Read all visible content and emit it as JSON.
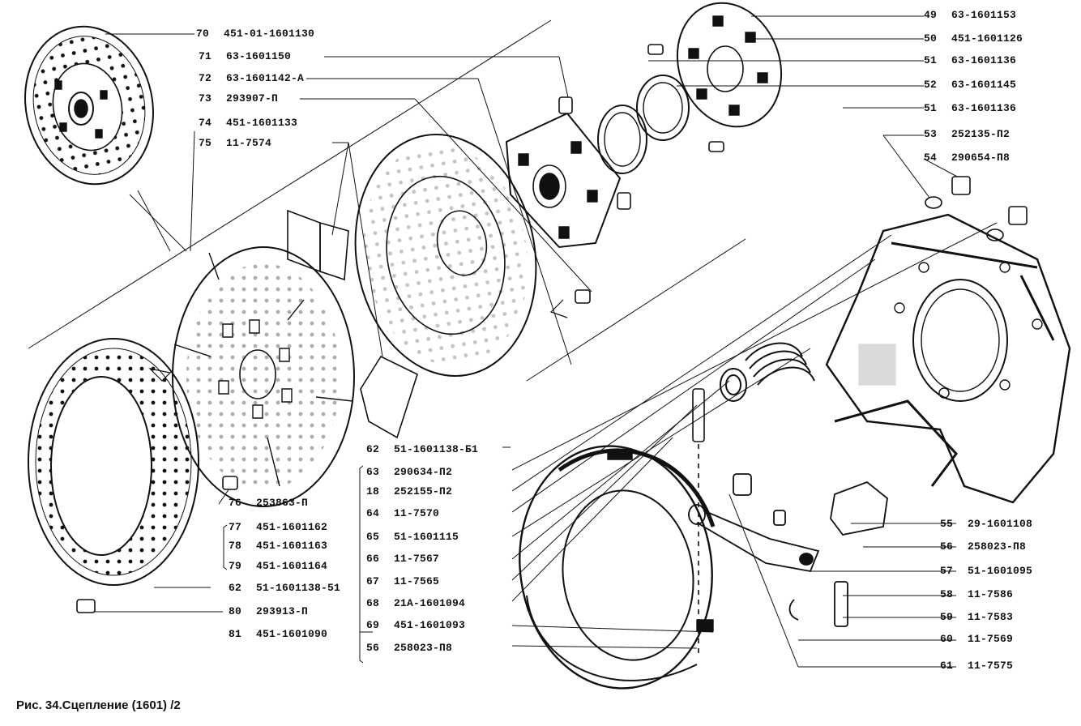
{
  "caption": "Рис. 34.Сцепление (1601) /2",
  "callouts": [
    {
      "num": "70",
      "part": "451-01-1601130"
    },
    {
      "num": "71",
      "part": "63-1601150"
    },
    {
      "num": "72",
      "part": "63-1601142-А"
    },
    {
      "num": "73",
      "part": "293907-П"
    },
    {
      "num": "74",
      "part": "451-1601133"
    },
    {
      "num": "75",
      "part": "11-7574"
    },
    {
      "num": "49",
      "part": "63-1601153"
    },
    {
      "num": "50",
      "part": "451-1601126"
    },
    {
      "num": "51",
      "part": "63-1601136"
    },
    {
      "num": "52",
      "part": "63-1601145"
    },
    {
      "num": "51",
      "part": "63-1601136"
    },
    {
      "num": "53",
      "part": "252135-П2"
    },
    {
      "num": "54",
      "part": "290654-П8"
    },
    {
      "num": "62",
      "part": "51-1601138-Б1"
    },
    {
      "num": "63",
      "part": "290634-П2"
    },
    {
      "num": "18",
      "part": "252155-П2"
    },
    {
      "num": "64",
      "part": "11-7570"
    },
    {
      "num": "65",
      "part": "51-1601115"
    },
    {
      "num": "66",
      "part": "11-7567"
    },
    {
      "num": "67",
      "part": "11-7565"
    },
    {
      "num": "68",
      "part": "21А-1601094"
    },
    {
      "num": "69",
      "part": "451-1601093"
    },
    {
      "num": "56",
      "part": "258023-П8"
    },
    {
      "num": "76",
      "part": "253863-П"
    },
    {
      "num": "77",
      "part": "451-1601162"
    },
    {
      "num": "78",
      "part": "451-1601163"
    },
    {
      "num": "79",
      "part": "451-1601164"
    },
    {
      "num": "62",
      "part": "51-1601138-51"
    },
    {
      "num": "80",
      "part": "293913-П"
    },
    {
      "num": "81",
      "part": "451-1601090"
    },
    {
      "num": "55",
      "part": "29-1601108"
    },
    {
      "num": "56",
      "part": "258023-П8"
    },
    {
      "num": "57",
      "part": "51-1601095"
    },
    {
      "num": "58",
      "part": "11-7586"
    },
    {
      "num": "59",
      "part": "11-7583"
    },
    {
      "num": "60",
      "part": "11-7569"
    },
    {
      "num": "61",
      "part": "11-7575"
    }
  ]
}
